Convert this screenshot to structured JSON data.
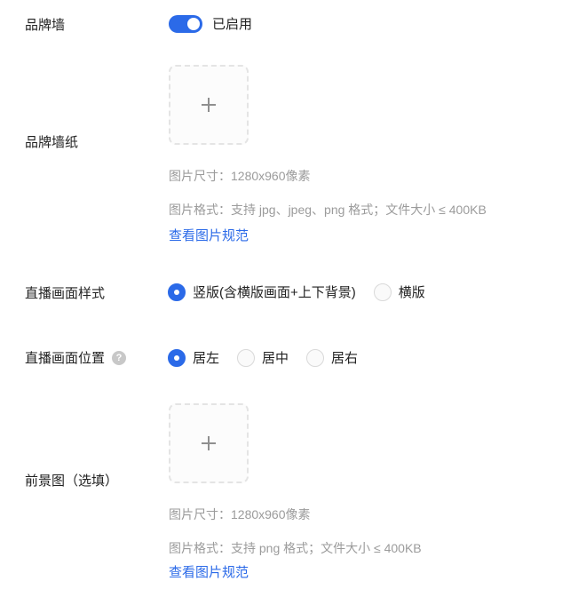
{
  "brand_wall": {
    "label": "品牌墙",
    "toggle_on": true,
    "toggle_text": "已启用"
  },
  "brand_wallpaper": {
    "label": "品牌墙纸",
    "upload_icon": "plus-icon",
    "size_hint": "图片尺寸：1280x960像素",
    "format_hint": "图片格式：支持 jpg、jpeg、png 格式；文件大小 ≤ 400KB",
    "spec_link": "查看图片规范"
  },
  "live_style": {
    "label": "直播画面样式",
    "options": [
      {
        "label": "竖版(含横版画面+上下背景)",
        "checked": true
      },
      {
        "label": "横版",
        "checked": false
      }
    ]
  },
  "live_position": {
    "label": "直播画面位置",
    "help_icon": "question-circle-icon",
    "options": [
      {
        "label": "居左",
        "checked": true
      },
      {
        "label": "居中",
        "checked": false
      },
      {
        "label": "居右",
        "checked": false
      }
    ]
  },
  "foreground": {
    "label": "前景图（选填）",
    "upload_icon": "plus-icon",
    "size_hint": "图片尺寸：1280x960像素",
    "format_hint": "图片格式：支持 png 格式；文件大小 ≤ 400KB",
    "spec_link": "查看图片规范"
  },
  "colors": {
    "accent": "#2b6ae8",
    "hint": "#9b9b9b",
    "text": "#222222"
  }
}
